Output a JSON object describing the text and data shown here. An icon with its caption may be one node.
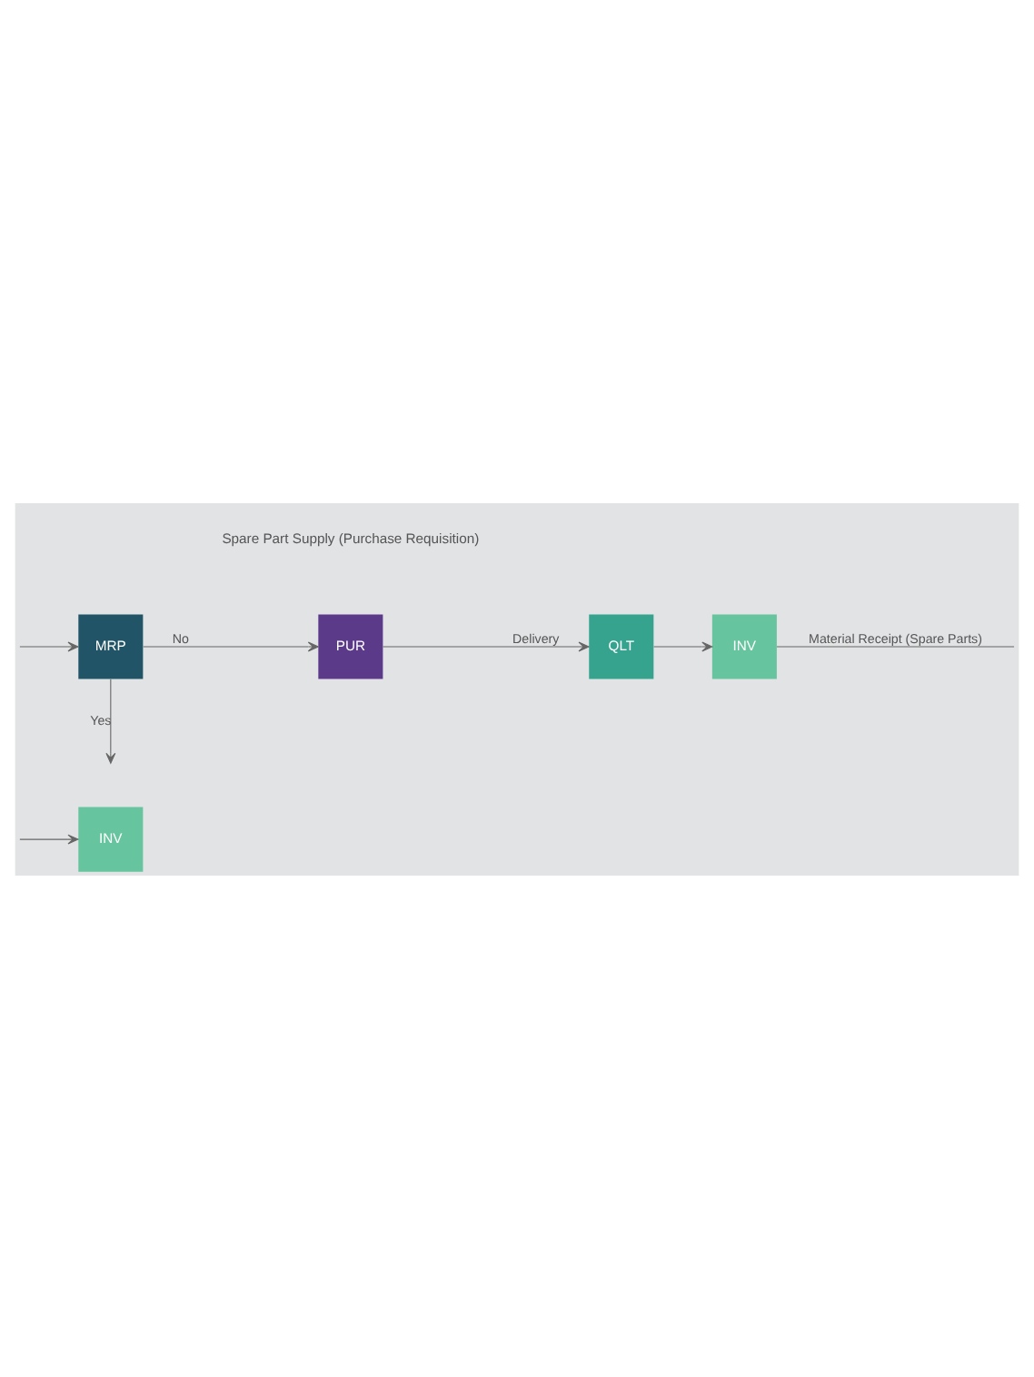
{
  "diagram": {
    "nodes": [
      {
        "text": [
          "INV"
        ]
      },
      {
        "text": [
          "INV"
        ]
      },
      {
        "text": [
          "QLT"
        ]
      },
      {
        "text": [
          "MRP"
        ]
      },
      {
        "text": [
          "PUR"
        ]
      }
    ],
    "edges": [
      {
        "from": null,
        "to": 0,
        "arrow": "to"
      },
      {
        "from": 3,
        "to": null,
        "arrow": "to",
        "label": "Yes"
      },
      {
        "from": null,
        "to": 3,
        "arrow": "to"
      },
      {
        "from": 3,
        "to": 4,
        "arrow": "to",
        "label": "No"
      },
      {
        "from": 4,
        "to": 2,
        "arrow": "to",
        "label": "Delivery"
      },
      {
        "from": 2,
        "to": 1,
        "arrow": "to"
      },
      {
        "from": 1,
        "to": null,
        "arrow": "none",
        "label": "Material Receipt (Spare Parts)"
      }
    ],
    "labels": [
      "Spare Part Supply (Purchase Requisition)"
    ]
  }
}
